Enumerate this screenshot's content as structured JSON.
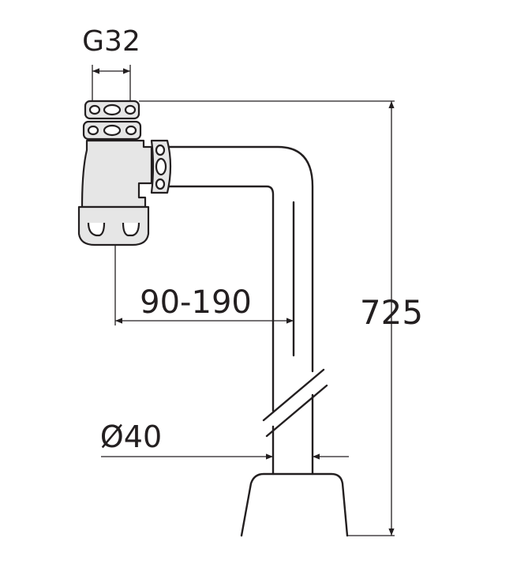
{
  "dimensions": {
    "thread": "G32",
    "outlet_offset": "90-190",
    "total_height": "725",
    "pipe_diameter": "Ø40"
  },
  "colors": {
    "line": "#231f20",
    "metal_fill": "#e6e6e6",
    "background": "#ffffff"
  }
}
